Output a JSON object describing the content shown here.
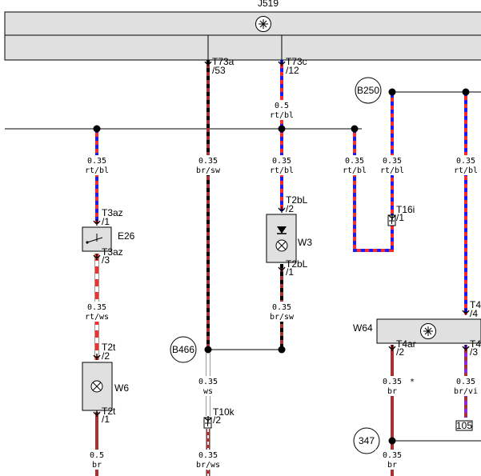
{
  "component": {
    "main_unit": "J519",
    "E26": "E26",
    "W3": "W3",
    "W6": "W6",
    "W64": "W64",
    "B250": "B250",
    "B466": "B466",
    "g347": "347",
    "g105": "105"
  },
  "pin": {
    "t73a": "T73a",
    "t73a_n": "/53",
    "t73c": "T73c",
    "t73c_n": "/12",
    "t3az_a": "T3az",
    "t3az_a_n": "/1",
    "t3az_b": "T3az",
    "t3az_b_n": "/3",
    "t2bl_a": "T2bL",
    "t2bl_a_n": "/2",
    "t2bl_b": "T2bL",
    "t2bl_b_n": "/1",
    "t2t_a": "T2t",
    "t2t_a_n": "/2",
    "t2t_b": "T2t",
    "t2t_b_n": "/1",
    "t16i": "T16i",
    "t16i_n": "/1",
    "t10k": "T10k",
    "t10k_n": "/2",
    "t4ar": "T4ar",
    "t4ar_n": "/2",
    "t4_a": "T4",
    "t4_a_n": "/4",
    "t4_b": "T4",
    "t4_b_n": "/3"
  },
  "wire": {
    "w1_size": "0.35",
    "w1_col": "rt/bl",
    "w2_size": "0.35",
    "w2_col": "br/sw",
    "w3_size": "0.35",
    "w3_col": "rt/bl",
    "w4_size": "0.35",
    "w4_col": "rt/bl",
    "w5_size": "0.35",
    "w5_col": "rt/bl",
    "w6_size": "0.35",
    "w6_col": "rt/bl",
    "w7_size": "0.5",
    "w7_col": "rt/bl",
    "w8_size": "0.35",
    "w8_col": "rt/ws",
    "w9_size": "0.35",
    "w9_col": "br/sw",
    "w10_size": "0.35",
    "w10_col": "ws",
    "w11_size": "0.35",
    "w11_col": "br",
    "w12_size": "0.35",
    "w12_col": "br/vi",
    "w13_size": "0.5",
    "w13_col": "br",
    "w14_size": "0.35",
    "w14_col": "br/ws",
    "w15_size": "0.35",
    "w15_col": "br",
    "asterisk": "*"
  },
  "colors": {
    "rt": "#ff2a2a",
    "bl": "#1a1aff",
    "br": "#a83232",
    "sw": "#000000",
    "ws": "#ffffff",
    "vi": "#8a2be2",
    "box": "#e0e0e0"
  }
}
